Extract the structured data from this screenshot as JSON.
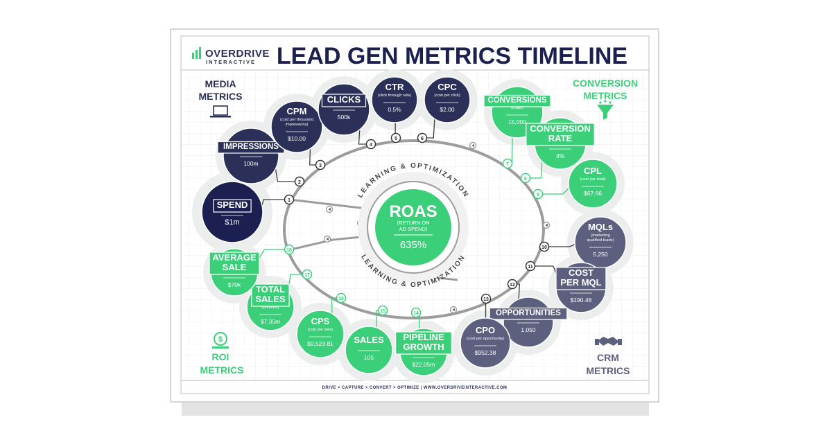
{
  "brand": {
    "name_line1": "OVERDRIVE",
    "name_line2": "INTERACTIVE"
  },
  "title": "LEAD GEN METRICS TIMELINE",
  "sections": {
    "media": [
      "MEDIA",
      "METRICS"
    ],
    "conversion": [
      "CONVERSION",
      "METRICS"
    ],
    "roi": [
      "ROI",
      "METRICS"
    ],
    "crm": [
      "CRM",
      "METRICS"
    ]
  },
  "center": {
    "title": "ROAS",
    "subtitle": [
      "(RETURN ON",
      "AD SPEND)"
    ],
    "value": "635%",
    "ring_label": "LEARNING & OPTIMIZATION"
  },
  "metrics": [
    {
      "num": "1",
      "title": [
        "SPEND"
      ],
      "sub": [],
      "value": "$1m"
    },
    {
      "num": "2",
      "title": [
        "IMPRESSIONS"
      ],
      "sub": [],
      "value": "100m"
    },
    {
      "num": "3",
      "title": [
        "CPM"
      ],
      "sub": [
        "(cost per thousand",
        "impressions)"
      ],
      "value": "$10.00"
    },
    {
      "num": "4",
      "title": [
        "CLICKS"
      ],
      "sub": [],
      "value": "500k"
    },
    {
      "num": "5",
      "title": [
        "CTR"
      ],
      "sub": [
        "(click through rate)"
      ],
      "value": "0.5%"
    },
    {
      "num": "6",
      "title": [
        "CPC"
      ],
      "sub": [
        "(cost per click)"
      ],
      "value": "$2.00"
    },
    {
      "num": "7",
      "title": [
        "CONVERSIONS"
      ],
      "sub": [
        "(leads)"
      ],
      "value": "15,000"
    },
    {
      "num": "8",
      "title": [
        "CONVERSION",
        "RATE"
      ],
      "sub": [],
      "value": "3%"
    },
    {
      "num": "9",
      "title": [
        "CPL"
      ],
      "sub": [
        "(cost per lead)"
      ],
      "value": "$67.66"
    },
    {
      "num": "10",
      "title": [
        "MQLs"
      ],
      "sub": [
        "(marketing",
        "qualified leads)"
      ],
      "value": "5,250"
    },
    {
      "num": "11",
      "title": [
        "COST",
        "PER MQL"
      ],
      "sub": [],
      "value": "$190.48"
    },
    {
      "num": "12",
      "title": [
        "OPPORTUNITIES"
      ],
      "sub": [],
      "value": "1,050"
    },
    {
      "num": "13",
      "title": [
        "CPO"
      ],
      "sub": [
        "(cost per opportunity)"
      ],
      "value": "$952.38"
    },
    {
      "num": "14",
      "title": [
        "PIPELINE",
        "GROWTH"
      ],
      "sub": [],
      "value": "$22.05m"
    },
    {
      "num": "15",
      "title": [
        "SALES"
      ],
      "sub": [],
      "value": "105"
    },
    {
      "num": "16",
      "title": [
        "CPS"
      ],
      "sub": [
        "(cost per sale)"
      ],
      "value": "$9,523.81"
    },
    {
      "num": "17",
      "title": [
        "TOTAL",
        "SALES"
      ],
      "sub": [
        "(revenue)"
      ],
      "value": "$7.35m"
    },
    {
      "num": "18",
      "title": [
        "AVERAGE",
        "SALE"
      ],
      "sub": [],
      "value": "$70k"
    }
  ],
  "footer": "DRIVE > CAPTURE > CONVERT > OPTIMIZE   |   WWW.OVERDRIVEINTERACTIVE.COM",
  "colors": {
    "navy": "#2b3058",
    "darknavy": "#1c2050",
    "slate": "#5c5f7e",
    "green": "#3ccf7a",
    "track": "#9c9c9c",
    "halo": "#eceded"
  },
  "icons": [
    "logo-bars-icon",
    "laptop-icon",
    "funnel-icon",
    "money-coins-icon",
    "handshake-icon"
  ]
}
